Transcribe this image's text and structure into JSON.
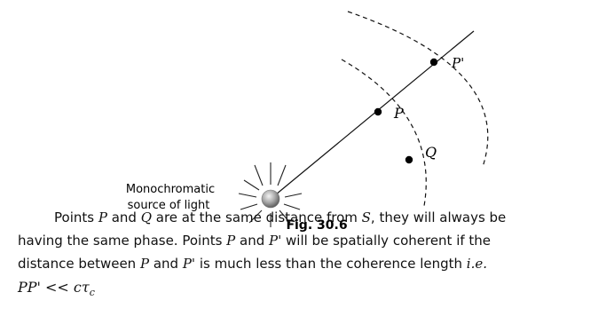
{
  "figure": {
    "source_label_line1": "Monochromatic",
    "source_label_line2": "source of light",
    "point_P": "P",
    "point_P_prime": "P'",
    "point_Q": "Q",
    "caption": "Fig. 30.6"
  },
  "text": {
    "line1_a": "Points ",
    "line1_P": "P",
    "line1_b": " and ",
    "line1_Q": "Q",
    "line1_c": " are at the same distance from ",
    "line1_S": "S",
    "line1_d": ", they will always be",
    "line2_a": "having the same phase. Points ",
    "line2_P": "P",
    "line2_b": " and ",
    "line2_Pp": "P'",
    "line2_c": "  will be spatially  coherent if the",
    "line3_a": "distance between ",
    "line3_P": "P",
    "line3_b": " and ",
    "line3_Pp": "P'",
    "line3_c": "  is much less than the coherence length ",
    "line3_ie": "i.e.",
    "line4_formula": "PP' << c",
    "line4_tau": "τ",
    "line4_sub": "c"
  }
}
